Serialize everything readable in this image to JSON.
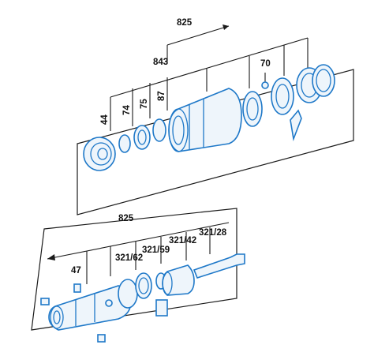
{
  "upper_group": {
    "labels": [
      "825",
      "843",
      "70",
      "44",
      "74",
      "75",
      "87"
    ]
  },
  "lower_group": {
    "labels": [
      "825",
      "321/28",
      "321/42",
      "321/59",
      "321/62",
      "47"
    ]
  }
}
